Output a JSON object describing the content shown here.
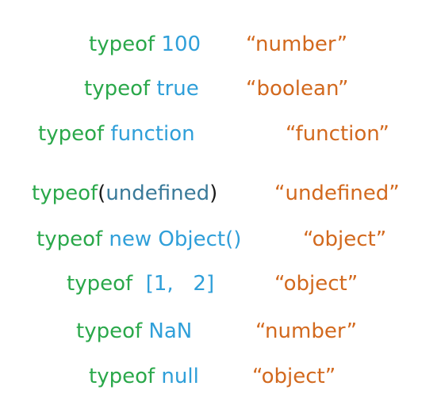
{
  "colors": {
    "keyword": "#2aa84a",
    "operand": "#2f9fd9",
    "result": "#d2691e"
  },
  "rows": [
    {
      "keyword": "typeof",
      "operand": "100",
      "result": "“number”"
    },
    {
      "keyword": "typeof",
      "operand": "true",
      "result": "“boolean”"
    },
    {
      "keyword": "typeof",
      "operand": "function",
      "result": "“function”"
    },
    {
      "keyword": "typeof",
      "paren_open": "(",
      "operand": "undefined",
      "paren_close": ")",
      "result": "“undefined”"
    },
    {
      "keyword": "typeof",
      "operand": "new Object()",
      "result": "“object”"
    },
    {
      "keyword": "typeof",
      "operand": "[1,   2]",
      "result": "“object”"
    },
    {
      "keyword": "typeof",
      "operand": "NaN",
      "result": "“number”"
    },
    {
      "keyword": "typeof",
      "operand": "null",
      "result": "“object”"
    }
  ]
}
